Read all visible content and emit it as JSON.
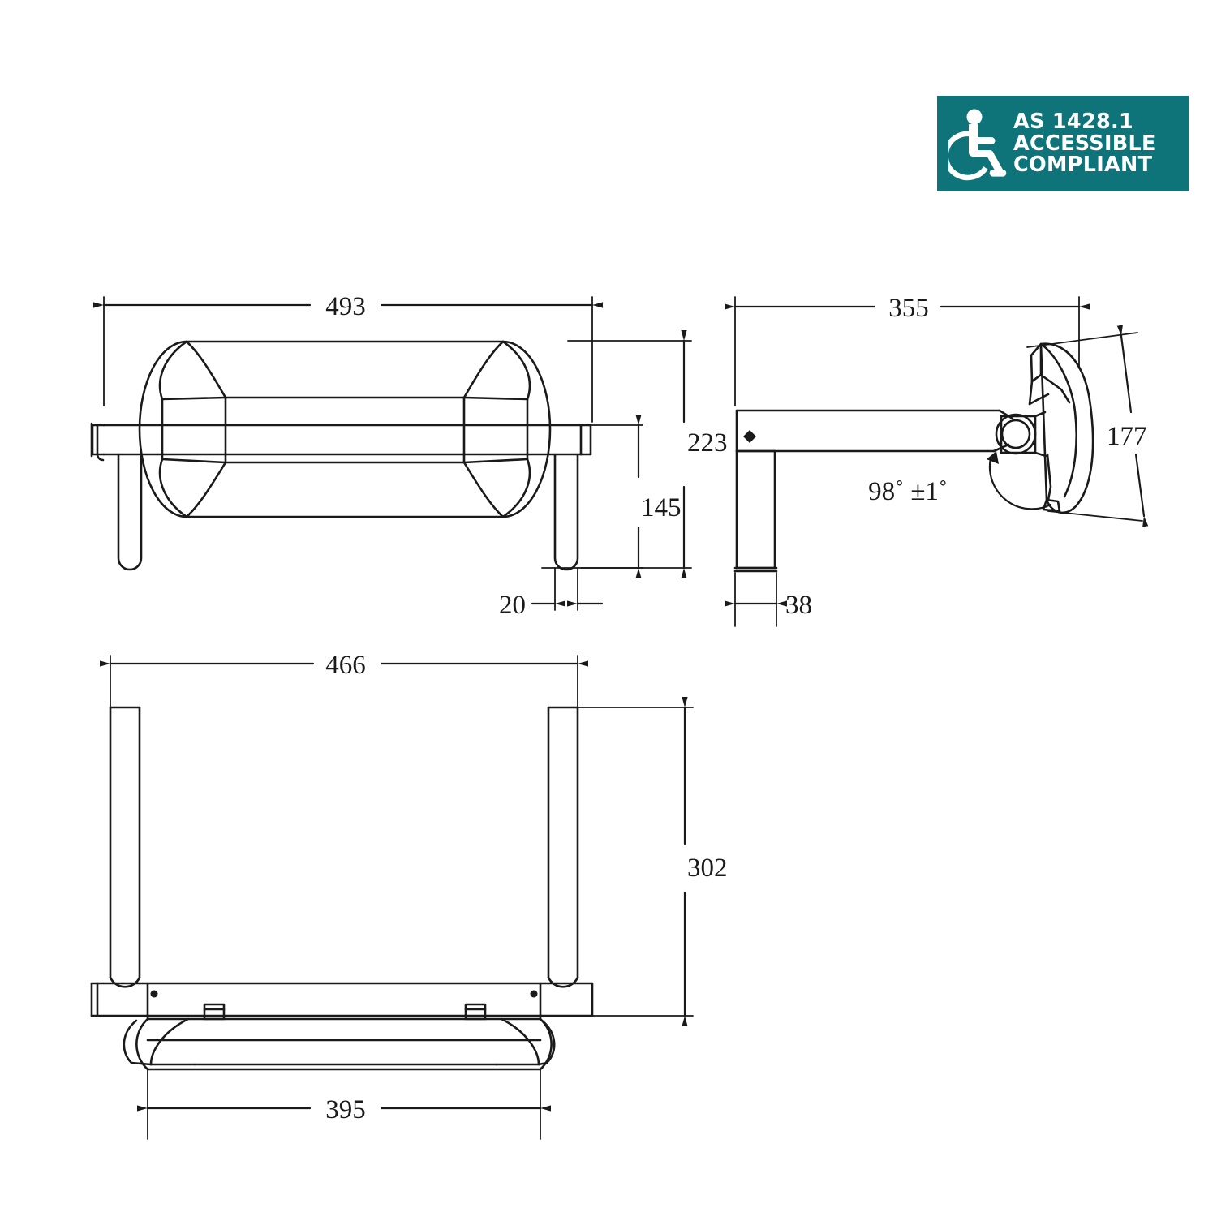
{
  "badge": {
    "icon": "wheelchair-accessible-icon",
    "background_color": "#0f7479",
    "text_color": "#ffffff",
    "line1": "AS 1428.1",
    "line2": "ACCESSIBLE",
    "line3": "COMPLIANT"
  },
  "drawing": {
    "units": "mm",
    "line_color": "#1a1a1a",
    "views": [
      {
        "name": "front-elevation-view",
        "label": ""
      },
      {
        "name": "side-elevation-view",
        "label": ""
      },
      {
        "name": "plan-view",
        "label": ""
      }
    ]
  },
  "dimensions": {
    "front_width": "493",
    "front_overall_height": "223",
    "front_pad_height": "145",
    "front_rail_width": "20",
    "side_projection": "355",
    "side_pad_height": "177",
    "side_plate_depth": "38",
    "side_angle": "98˚  ±1˚",
    "plan_width": "466",
    "plan_depth": "302",
    "plan_pad_width": "395"
  }
}
